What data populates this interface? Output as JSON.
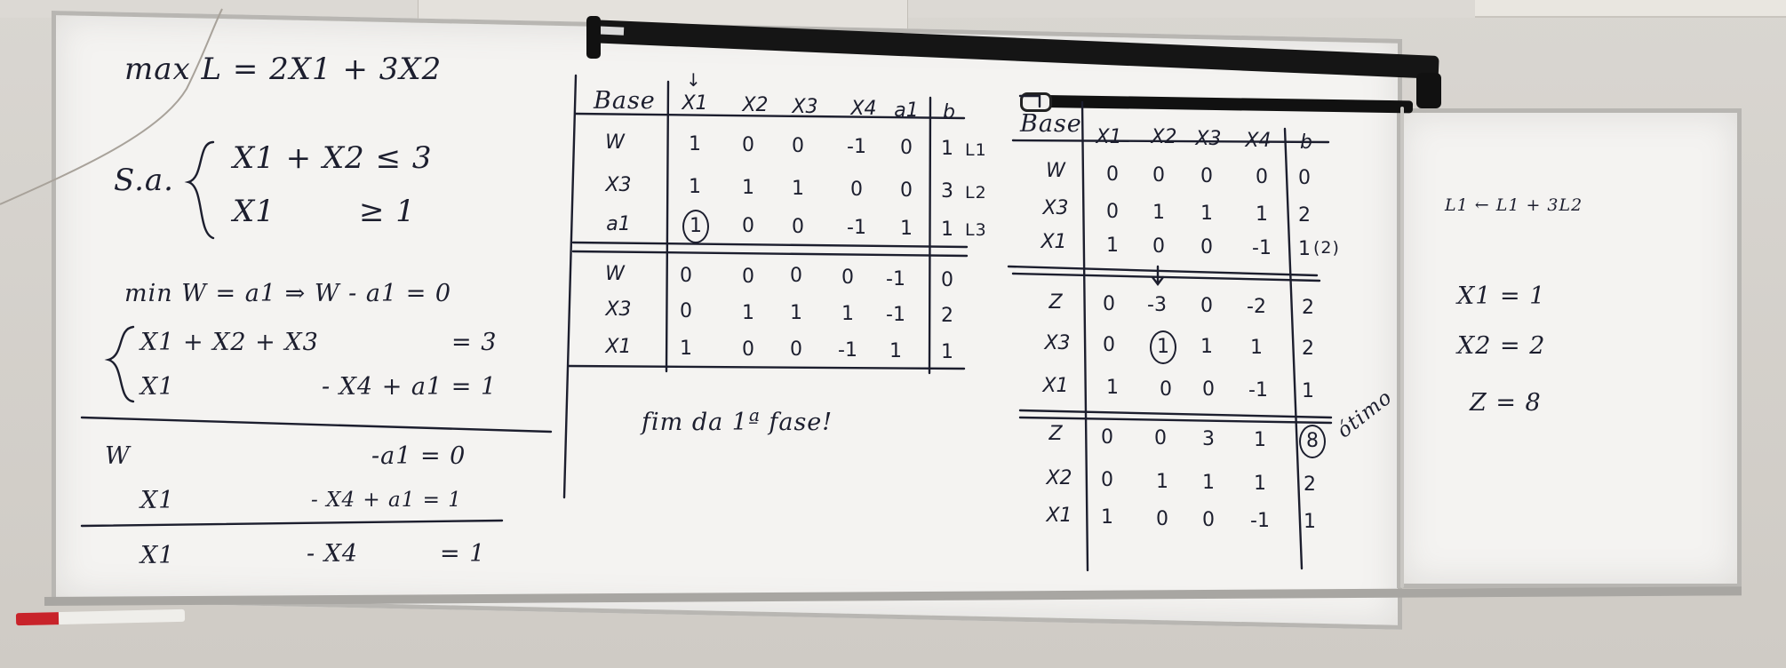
{
  "problem": {
    "objective": "max L = 2X1 + 3X2",
    "sa_label": "S.a.",
    "c1": "X1 + X2 ≤ 3",
    "c2": "X1",
    "c2_rel": "≥ 1",
    "phase1_obj": "min W = a1 ⇒ W - a1 = 0",
    "eq1_left": "X1 + X2 + X3",
    "eq1_right": "= 3",
    "eq2_left": "X1",
    "eq2_right": "- X4 + a1 = 1",
    "w_label": "W",
    "w_right": "-a1 = 0",
    "r1_left": "X1",
    "r1_right": "- X4 + a1 = 1",
    "r2_left": "X1",
    "r2_mid": "- X4",
    "r2_right": "= 1"
  },
  "table1": {
    "headers": [
      "Base",
      "X1",
      "X2",
      "X3",
      "X4",
      "a1",
      "b"
    ],
    "arrow": "↓",
    "rows_top": [
      {
        "base": "W",
        "vals": [
          "1",
          "0",
          "0",
          "-1",
          "0"
        ],
        "b": "1",
        "tag": "L1"
      },
      {
        "base": "X3",
        "vals": [
          "1",
          "1",
          "1",
          "0",
          "0"
        ],
        "b": "3",
        "tag": "L2"
      },
      {
        "base": "a1",
        "vals": [
          "1",
          "0",
          "0",
          "-1",
          "1"
        ],
        "b": "1",
        "tag": "L3"
      }
    ],
    "rows_bottom": [
      {
        "base": "W",
        "vals": [
          "0",
          "0",
          "0",
          "0",
          "-1"
        ],
        "b": "0"
      },
      {
        "base": "X3",
        "vals": [
          "0",
          "1",
          "1",
          "1",
          "-1"
        ],
        "b": "2"
      },
      {
        "base": "X1",
        "vals": [
          "1",
          "0",
          "0",
          "-1",
          "1"
        ],
        "b": "1"
      }
    ],
    "footer": "fim da 1ª fase!"
  },
  "table2": {
    "headers": [
      "Base",
      "X1",
      "X2",
      "X3",
      "X4",
      "b"
    ],
    "block1": [
      {
        "base": "W",
        "vals": [
          "0",
          "0",
          "0",
          "0"
        ],
        "b": "0"
      },
      {
        "base": "X3",
        "vals": [
          "0",
          "1",
          "1",
          "1"
        ],
        "b": "2"
      },
      {
        "base": "X1",
        "vals": [
          "1",
          "0",
          "0",
          "-1"
        ],
        "b": "1",
        "note": "(2)"
      }
    ],
    "block2": [
      {
        "base": "Z",
        "vals": [
          "0",
          "-3",
          "0",
          "-2"
        ],
        "b": "2"
      },
      {
        "base": "X3",
        "vals": [
          "0",
          "1",
          "1",
          "1"
        ],
        "b": "2"
      },
      {
        "base": "X1",
        "vals": [
          "1",
          "0",
          "0",
          "-1"
        ],
        "b": "1"
      }
    ],
    "block3": [
      {
        "base": "Z",
        "vals": [
          "0",
          "0",
          "3",
          "1"
        ],
        "b": "8"
      },
      {
        "base": "X2",
        "vals": [
          "0",
          "1",
          "1",
          "1"
        ],
        "b": "2"
      },
      {
        "base": "X1",
        "vals": [
          "1",
          "0",
          "0",
          "-1"
        ],
        "b": "1"
      }
    ],
    "otimo": "ótimo"
  },
  "right_board": {
    "op": "L1 ← L1 + 3L2",
    "x1": "X1 = 1",
    "x2": "X2 = 2",
    "z": "Z = 8"
  }
}
